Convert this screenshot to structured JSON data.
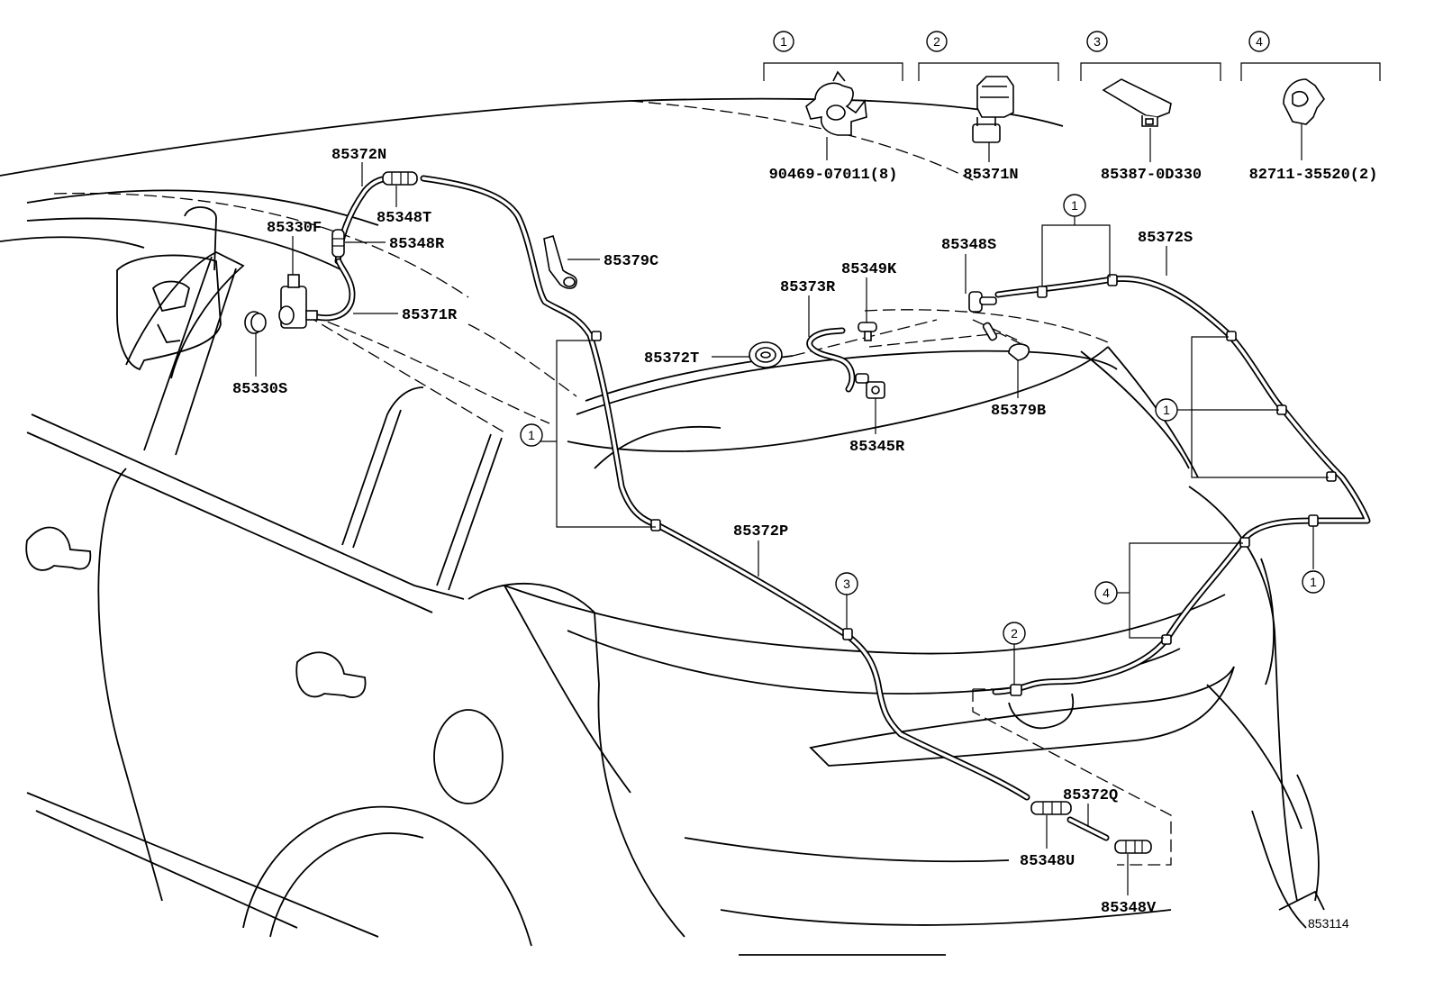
{
  "legend": [
    {
      "marker": "1",
      "part_number": "90469-07011(8)",
      "icon": "hose-clamp-icon"
    },
    {
      "marker": "2",
      "part_number": "85371N",
      "icon": "hose-clip-icon"
    },
    {
      "marker": "3",
      "part_number": "85387-0D330",
      "icon": "hose-holder-icon"
    },
    {
      "marker": "4",
      "part_number": "82711-35520(2)",
      "icon": "wiring-clamp-icon"
    }
  ],
  "parts": {
    "p85372N": "85372N",
    "p85348T": "85348T",
    "p85330F": "85330F",
    "p85348R": "85348R",
    "p85371R": "85371R",
    "p85330S": "85330S",
    "p85379C": "85379C",
    "p85373R": "85373R",
    "p85349K": "85349K",
    "p85348S": "85348S",
    "p85372S": "85372S",
    "p85372T": "85372T",
    "p85345R": "85345R",
    "p85379B": "85379B",
    "p85372P": "85372P",
    "p85372Q": "85372Q",
    "p85348U": "85348U",
    "p85348V": "85348V"
  },
  "callouts": {
    "c1_left": "1",
    "c1_right": "1",
    "c1_bottom_right": "1",
    "c1_top_right": "1",
    "c2": "2",
    "c3": "3",
    "c4": "4"
  },
  "illustration_number": "853114"
}
